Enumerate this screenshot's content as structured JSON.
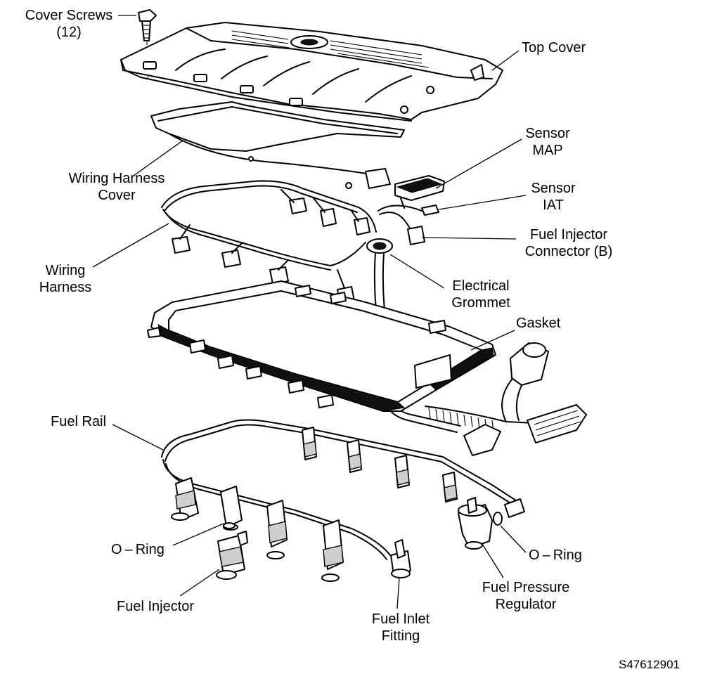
{
  "diagram": {
    "labels": {
      "cover_screws": [
        "Cover Screws",
        "(12)"
      ],
      "top_cover": [
        "Top Cover"
      ],
      "sensor_map": [
        "Sensor",
        "MAP"
      ],
      "sensor_iat": [
        "Sensor",
        "IAT"
      ],
      "wiring_harness_cover": [
        "Wiring Harness",
        "Cover"
      ],
      "fuel_injector_connector": [
        "Fuel Injector",
        "Connector (B)"
      ],
      "wiring_harness": [
        "Wiring",
        "Harness"
      ],
      "electrical_grommet": [
        "Electrical",
        "Grommet"
      ],
      "gasket": [
        "Gasket"
      ],
      "fuel_rail": [
        "Fuel Rail"
      ],
      "o_ring_left": [
        "O – Ring"
      ],
      "o_ring_right": [
        "O – Ring"
      ],
      "fuel_injector": [
        "Fuel Injector"
      ],
      "fuel_inlet_fitting": [
        "Fuel Inlet",
        "Fitting"
      ],
      "fuel_pressure_regulator": [
        "Fuel Pressure",
        "Regulator"
      ]
    },
    "figure_id": "S47612901"
  }
}
